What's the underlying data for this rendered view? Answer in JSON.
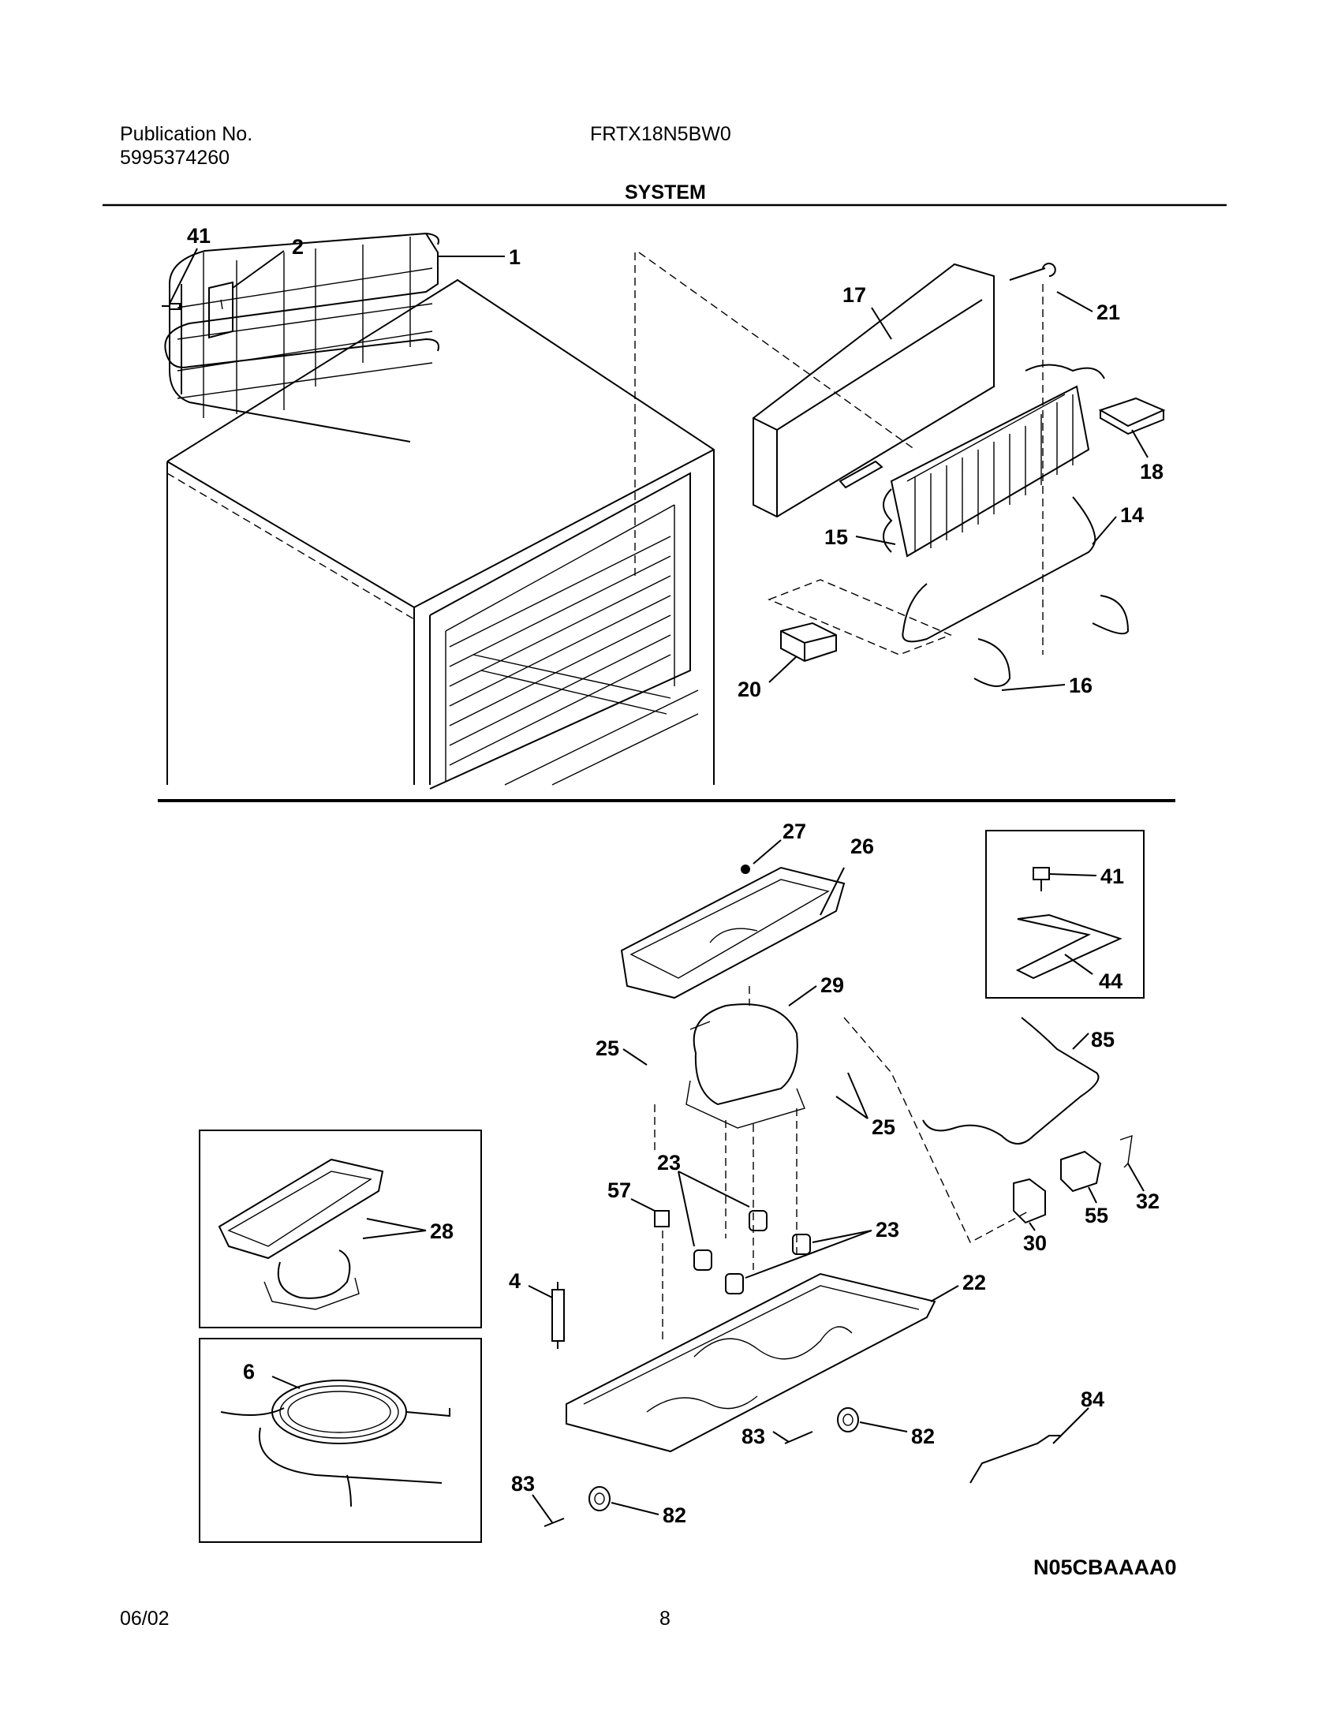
{
  "header": {
    "publication_label": "Publication No.",
    "publication_number": "5995374260",
    "model": "FRTX18N5BW0",
    "section_title": "SYSTEM"
  },
  "footer": {
    "date": "06/02",
    "page_number": "8",
    "drawing_code": "N05CBAAAA0"
  },
  "callouts": [
    "41",
    "2",
    "1",
    "17",
    "21",
    "18",
    "15",
    "14",
    "20",
    "16",
    "27",
    "26",
    "41",
    "44",
    "29",
    "25",
    "25",
    "85",
    "23",
    "57",
    "28",
    "32",
    "55",
    "30",
    "4",
    "23",
    "22",
    "6",
    "84",
    "83",
    "82",
    "83",
    "82"
  ]
}
